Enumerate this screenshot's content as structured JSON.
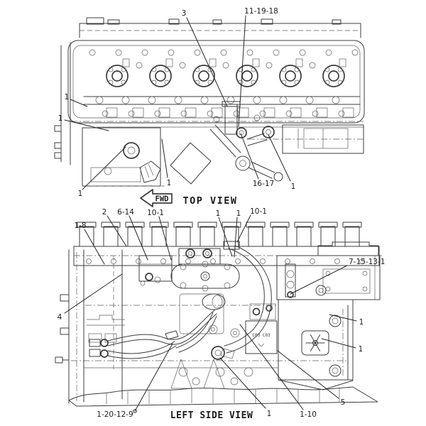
{
  "page": {
    "background": "#ffffff",
    "ink": "#3c3c3c"
  },
  "top_view": {
    "caption": "TOP VIEW",
    "fwd_label": "FWD",
    "callouts": [
      {
        "text": "3"
      },
      {
        "text": "11-19-18"
      },
      {
        "text": "1"
      },
      {
        "text": "1"
      },
      {
        "text": "1"
      },
      {
        "text": "1"
      },
      {
        "text": "16-17"
      },
      {
        "text": "1"
      }
    ]
  },
  "left_side_view": {
    "caption": "LEFT SIDE VIEW",
    "plate_text": "C03 C03",
    "callouts": [
      {
        "text": "2"
      },
      {
        "text": "6-14"
      },
      {
        "text": "10-1"
      },
      {
        "text": "1"
      },
      {
        "text": "1"
      },
      {
        "text": "10-1"
      },
      {
        "text": "1-8"
      },
      {
        "text": "7-15-13-1"
      },
      {
        "text": "4"
      },
      {
        "text": "1"
      },
      {
        "text": "1"
      },
      {
        "text": "5"
      },
      {
        "text": "1-10"
      },
      {
        "text": "1"
      },
      {
        "text": "1-20-12-9"
      }
    ]
  }
}
